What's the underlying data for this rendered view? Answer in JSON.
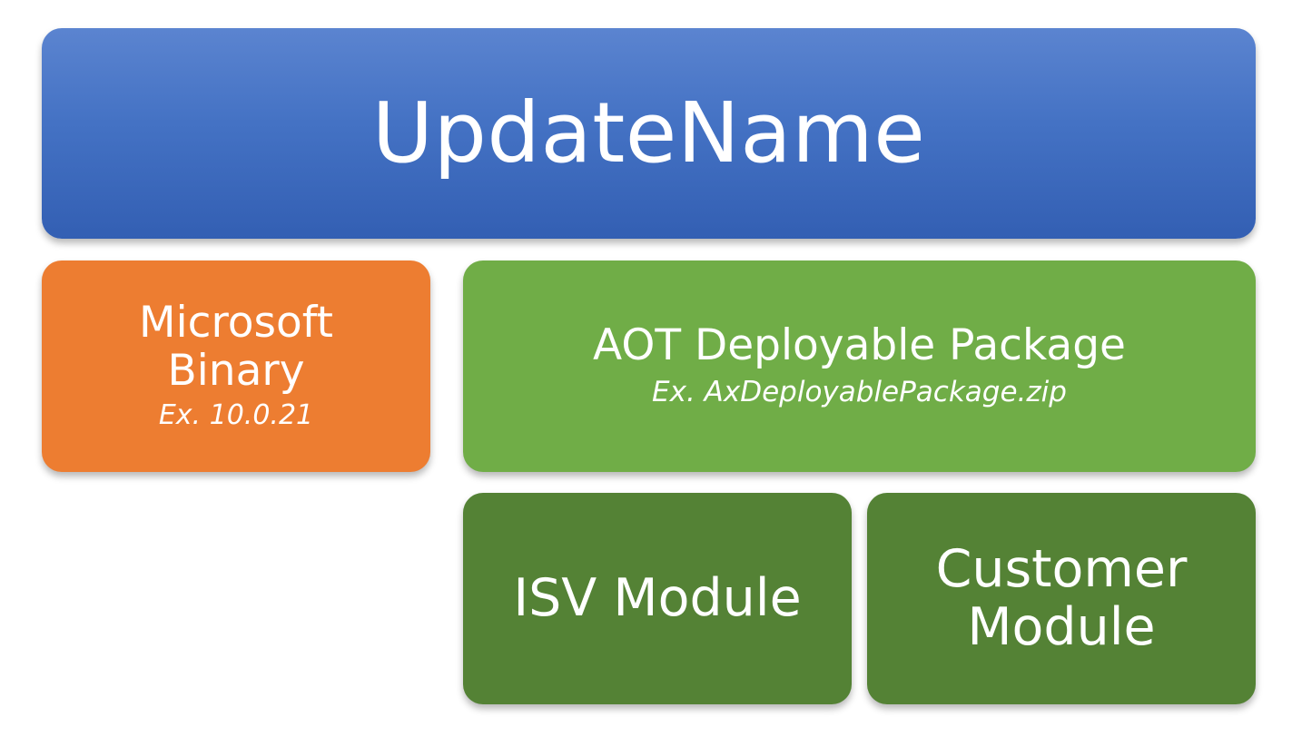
{
  "update_name": {
    "title": "UpdateName",
    "color": "#4472c4"
  },
  "microsoft_binary": {
    "title_line1": "Microsoft",
    "title_line2": "Binary",
    "example": "Ex. 10.0.21",
    "color": "#ed7d31"
  },
  "aot_package": {
    "title": "AOT Deployable Package",
    "example": "Ex. AxDeployablePackage.zip",
    "color": "#70ad47"
  },
  "isv_module": {
    "title": "ISV Module",
    "color": "#548235"
  },
  "customer_module": {
    "title_line1": "Customer",
    "title_line2": "Module",
    "color": "#548235"
  }
}
